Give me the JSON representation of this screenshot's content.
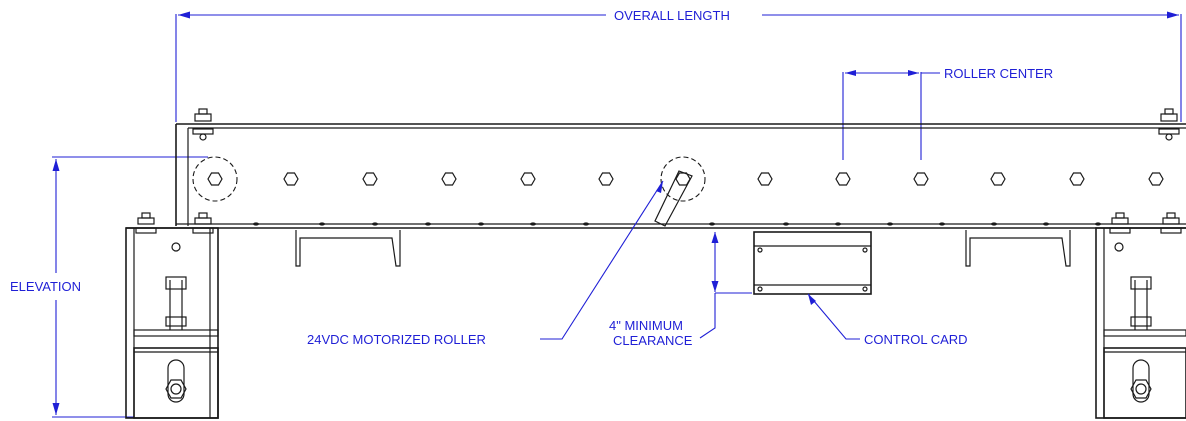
{
  "labels": {
    "overall_length": "OVERALL LENGTH",
    "roller_center": "ROLLER CENTER",
    "elevation": "ELEVATION",
    "motorized_roller": "24VDC MOTORIZED ROLLER",
    "min_clearance_line1": "4\" MINIMUM",
    "min_clearance_line2": "CLEARANCE",
    "control_card": "CONTROL CARD"
  },
  "colors": {
    "dimension": "#1f1fd6",
    "linework": "#1a1a1a",
    "background": "#ffffff"
  }
}
